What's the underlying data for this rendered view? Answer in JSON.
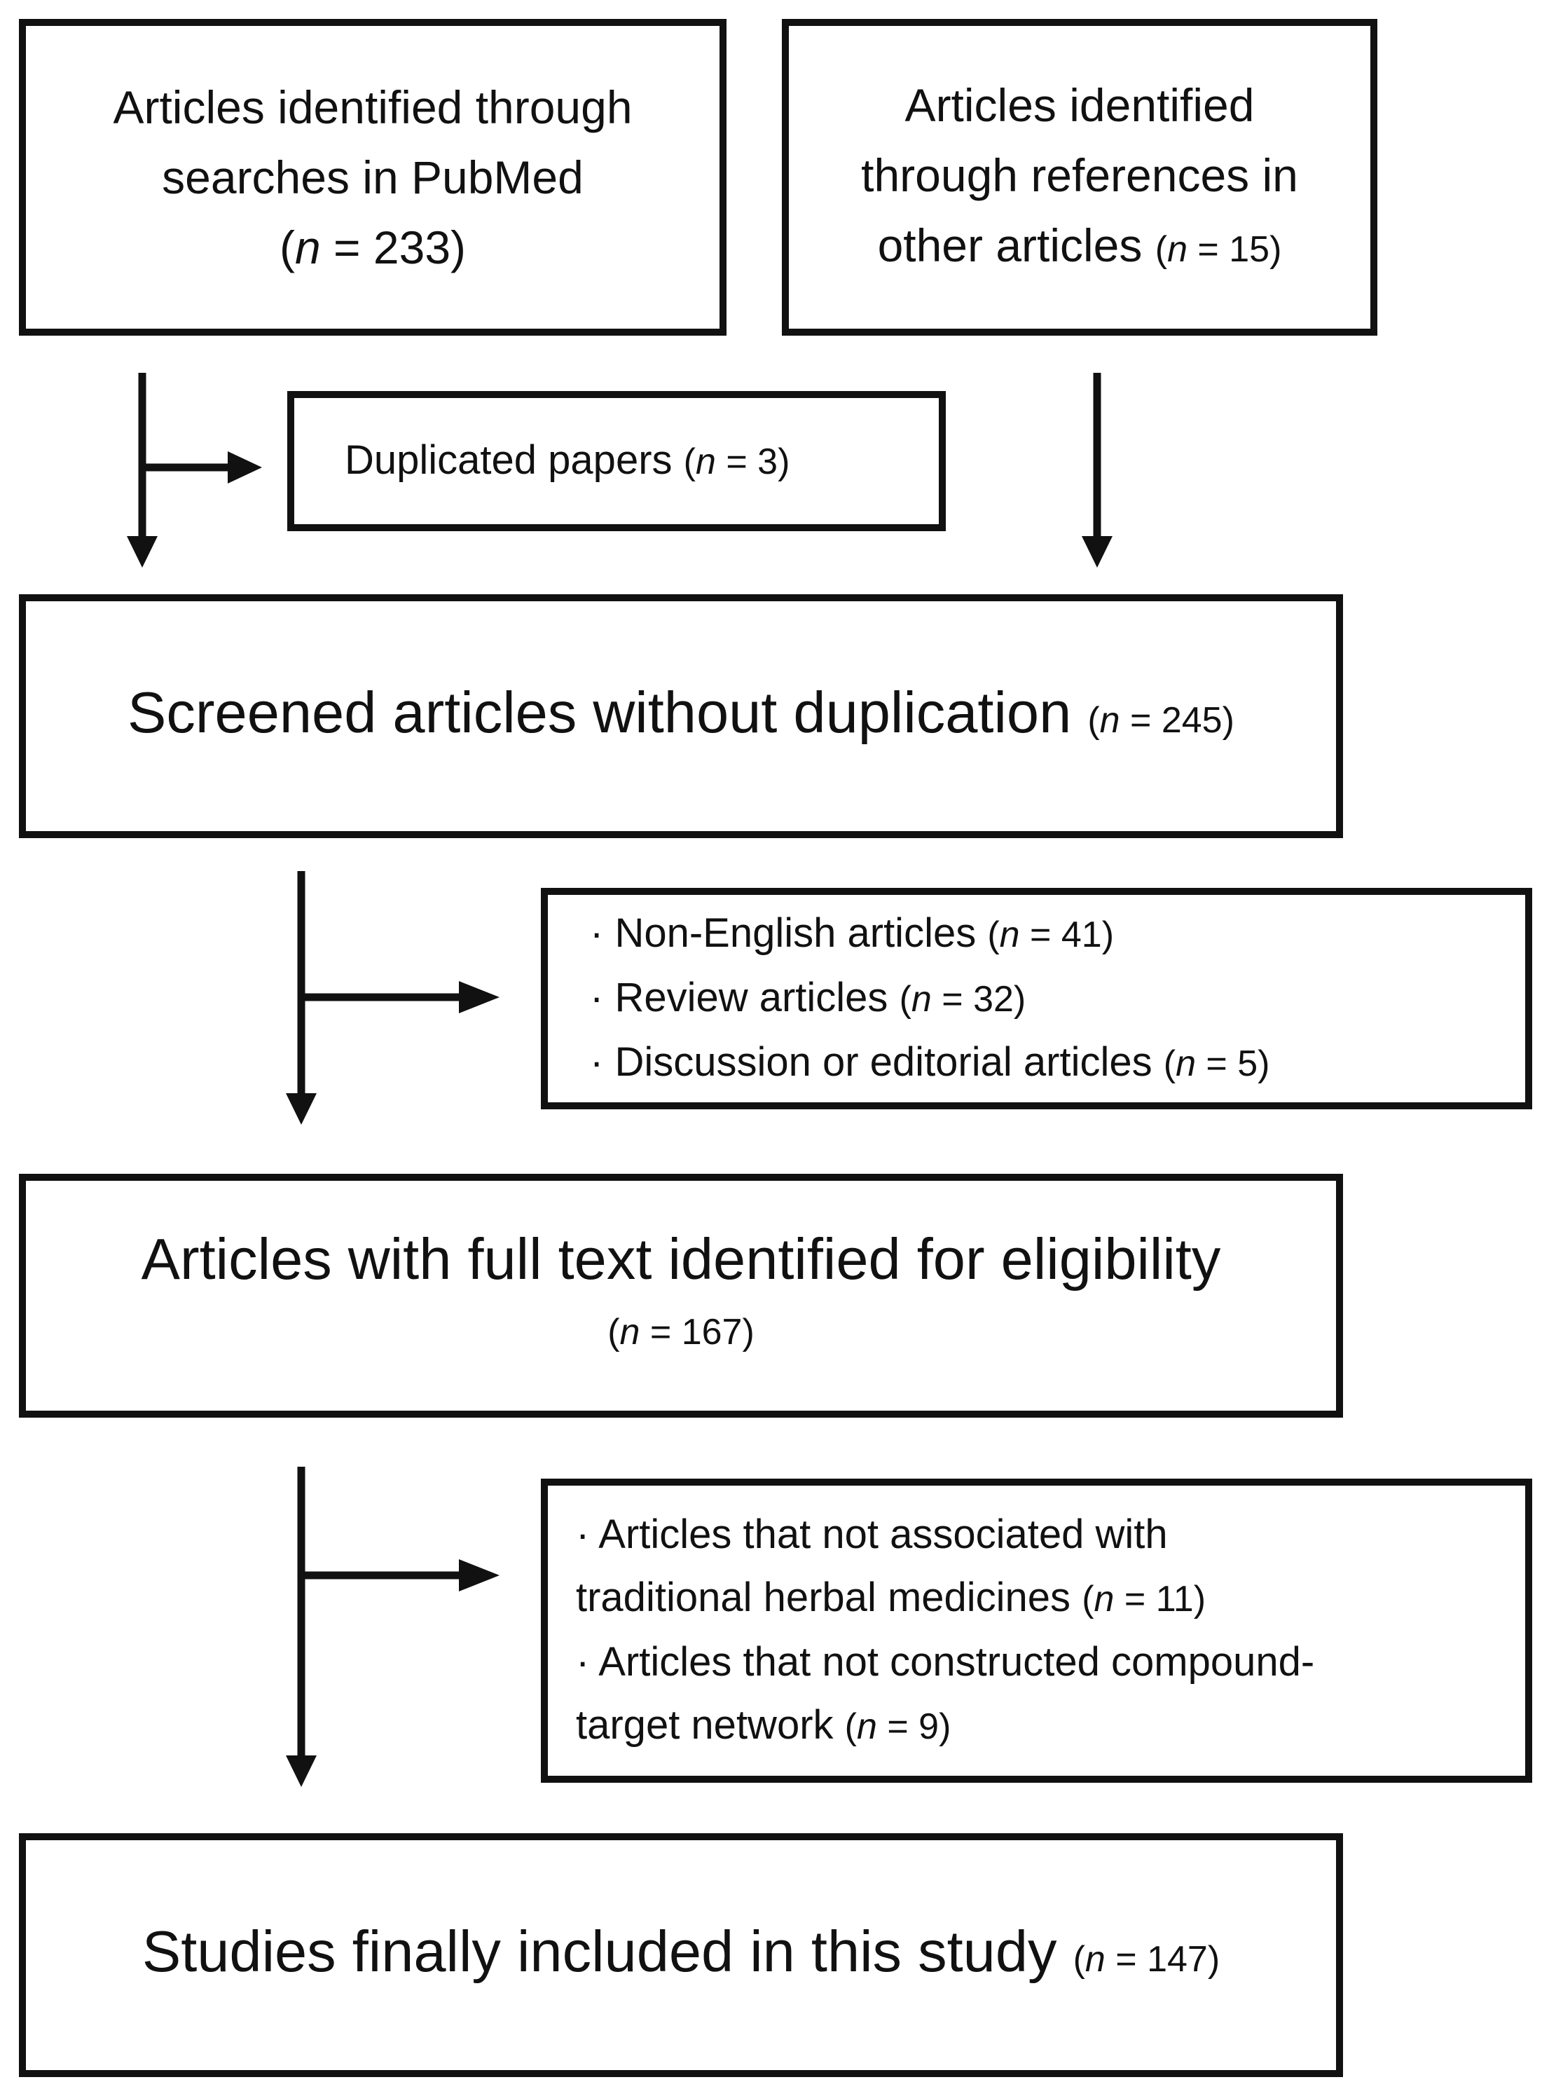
{
  "boxes": {
    "pubmed": {
      "line1": "Articles identified through",
      "line2": "searches in PubMed",
      "count": "233"
    },
    "references": {
      "line1": "Articles identified",
      "line2": "through references in",
      "line3": "other articles",
      "count": "15"
    },
    "duplicates": {
      "label": "Duplicated papers",
      "count": "3"
    },
    "screened": {
      "label": "Screened articles without duplication",
      "count": "245"
    },
    "exclusions1": {
      "items": [
        {
          "label": "Non-English articles",
          "count": "41"
        },
        {
          "label": "Review articles",
          "count": "32"
        },
        {
          "label": "Discussion or editorial articles",
          "count": "5"
        }
      ]
    },
    "fulltext": {
      "label": "Articles with full text identified for eligibility",
      "count": "167"
    },
    "exclusions2": {
      "item1_line1": "Articles that not associated with",
      "item1_line2": "traditional herbal medicines",
      "item1_count": "11",
      "item2_line1": "Articles that not constructed compound-",
      "item2_line2": "target network",
      "item2_count": "9"
    },
    "included": {
      "label": "Studies finally included in this study",
      "count": "147"
    }
  },
  "symbols": {
    "n": "n",
    "equals": " = ",
    "open": "(",
    "close": ")",
    "bullet": "· "
  }
}
